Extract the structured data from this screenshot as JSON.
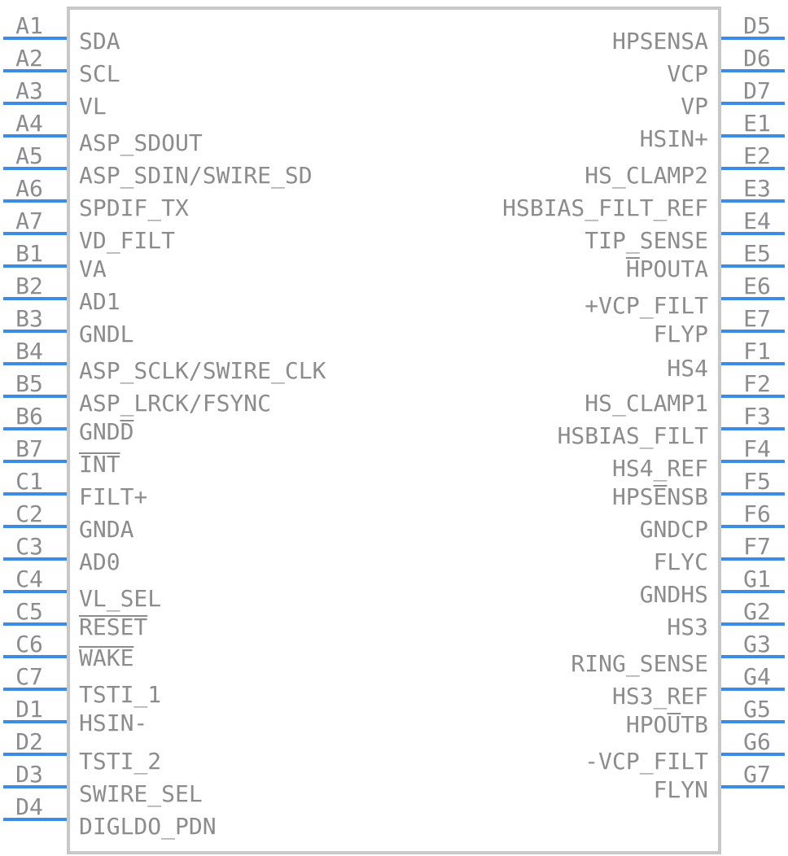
{
  "component": {
    "body_stroke_color": "#c8c8c8",
    "pin_line_color": "#3c8ce6",
    "text_color": "#8c8c8c"
  },
  "left_pins": [
    {
      "number": "A1",
      "name": "SDA"
    },
    {
      "number": "A2",
      "name": "SCL"
    },
    {
      "number": "A3",
      "name": "VL"
    },
    {
      "number": "A4",
      "name": "ASP_SDOUT"
    },
    {
      "number": "A5",
      "name": "ASP_SDIN/SWIRE_SD"
    },
    {
      "number": "A6",
      "name": "SPDIF_TX"
    },
    {
      "number": "A7",
      "name": "VD_FILT"
    },
    {
      "number": "B1",
      "name": "VA"
    },
    {
      "number": "B2",
      "name": "AD1"
    },
    {
      "number": "B3",
      "name": "GNDL"
    },
    {
      "number": "B4",
      "name": "ASP_SCLK/SWIRE_CLK"
    },
    {
      "number": "B5",
      "name": "ASP_LRCK/FSYNC"
    },
    {
      "number": "B6",
      "name": "GNDD"
    },
    {
      "number": "B7",
      "name": "INT"
    },
    {
      "number": "C1",
      "name": "FILT+"
    },
    {
      "number": "C2",
      "name": "GNDA"
    },
    {
      "number": "C3",
      "name": "AD0"
    },
    {
      "number": "C4",
      "name": "VL_SEL"
    },
    {
      "number": "C5",
      "name": "RESET"
    },
    {
      "number": "C6",
      "name": "WAKE"
    },
    {
      "number": "C7",
      "name": "TSTI_1"
    },
    {
      "number": "D1",
      "name": "HSIN-"
    },
    {
      "number": "D2",
      "name": "TSTI_2"
    },
    {
      "number": "D3",
      "name": "SWIRE_SEL"
    },
    {
      "number": "D4",
      "name": "DIGLDO_PDN"
    }
  ],
  "right_pins": [
    {
      "number": "D5",
      "name": "HPSENSA"
    },
    {
      "number": "D6",
      "name": "VCP"
    },
    {
      "number": "D7",
      "name": "VP"
    },
    {
      "number": "E1",
      "name": "HSIN+"
    },
    {
      "number": "E2",
      "name": "HS_CLAMP2"
    },
    {
      "number": "E3",
      "name": "HSBIAS_FILT_REF"
    },
    {
      "number": "E4",
      "name": "TIP_SENSE"
    },
    {
      "number": "E5",
      "name": "HPOUTA"
    },
    {
      "number": "E6",
      "name": "+VCP_FILT"
    },
    {
      "number": "E7",
      "name": "FLYP"
    },
    {
      "number": "F1",
      "name": "HS4"
    },
    {
      "number": "F2",
      "name": "HS_CLAMP1"
    },
    {
      "number": "F3",
      "name": "HSBIAS_FILT"
    },
    {
      "number": "F4",
      "name": "HS4_REF"
    },
    {
      "number": "F5",
      "name": "HPSENSB"
    },
    {
      "number": "F6",
      "name": "GNDCP"
    },
    {
      "number": "F7",
      "name": "FLYC"
    },
    {
      "number": "G1",
      "name": "GNDHS"
    },
    {
      "number": "G2",
      "name": "HS3"
    },
    {
      "number": "G3",
      "name": "RING_SENSE"
    },
    {
      "number": "G4",
      "name": "HS3_REF"
    },
    {
      "number": "G5",
      "name": "HPOUTB"
    },
    {
      "number": "G6",
      "name": "-VCP_FILT"
    },
    {
      "number": "G7",
      "name": "FLYN"
    }
  ]
}
